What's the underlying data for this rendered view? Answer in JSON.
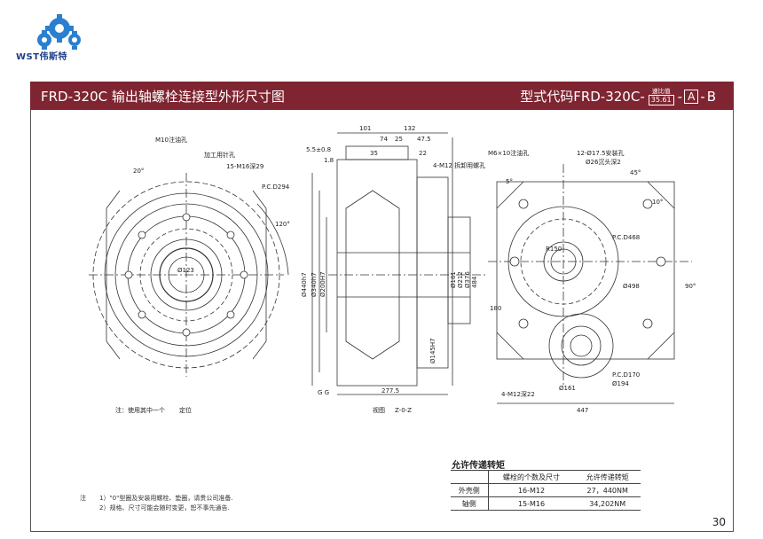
{
  "logo": {
    "text": "WST伟斯特",
    "icon": "gear-cluster-logo"
  },
  "header": {
    "title": "FRD-320C  输出轴螺栓连接型外形尺寸图",
    "code_prefix": "型式代码FRD-320C-",
    "ratio_caption": "速比值",
    "ratio_value": "35.61",
    "sep1": "-",
    "code_a": "A",
    "sep2": "-",
    "code_b": "B",
    "accent_color": "#7e2531"
  },
  "drawing": {
    "front_labels": {
      "oil_hole": "M10注油孔",
      "pin_hole": "加工用针孔",
      "bolt_spec": "15-M16深29",
      "pcd": "P.C.D294",
      "bore": "Ø123",
      "ang20": "20°",
      "ang120": "120°",
      "note_use": "注：使用其中一个",
      "note_pos": "定位"
    },
    "side_labels": {
      "d101": "101",
      "d132": "132",
      "d74": "74",
      "d25": "25",
      "d47_5": "47.5",
      "d5_5": "5.5±0.8",
      "d1_8": "1.8",
      "d35": "35",
      "d22": "22",
      "d4m12": "4-M12 拆卸用螺孔",
      "d440": "Ø440h7",
      "d340": "Ø340h7",
      "d200": "Ø200H7",
      "d161": "Ø161",
      "d212": "Ø212",
      "d376": "Ø376",
      "d484": "484",
      "d145": "Ø145H7",
      "d277_5": "277.5",
      "view": "视图",
      "view_name": "Z-0-Z",
      "gg": "G G"
    },
    "rear_labels": {
      "m6": "M6×10注油孔",
      "holes12": "12-Ø17.5安装孔",
      "counterbore": "Ø26沉头深2",
      "pcd468": "P.C.D468",
      "d498": "Ø498",
      "d90": "90°",
      "r150": "R150",
      "d180": "180",
      "d4m12_2": "4-M12深22",
      "pcd170": "P.C.D170",
      "d161b": "Ø161",
      "d194": "Ø194",
      "d447": "447",
      "d45": "45°",
      "d10": "10°",
      "d5": "5°"
    }
  },
  "torque": {
    "title": "允许传递转矩",
    "headers": [
      "",
      "螺栓的个数及尺寸",
      "允许传递转矩"
    ],
    "rows": [
      {
        "part": "外壳侧",
        "bolts": "16-M12",
        "torque": "27，440NM"
      },
      {
        "part": "轴侧",
        "bolts": "15-M16",
        "torque": "34,202NM"
      }
    ]
  },
  "notes": {
    "label": "注",
    "line1": "1）\"0\"型圈及安装用螺栓、垫圈，请贵公司准备.",
    "line2": "2）规格、尺寸可能会随时变更，恕不事先通告."
  },
  "page_number": "30"
}
